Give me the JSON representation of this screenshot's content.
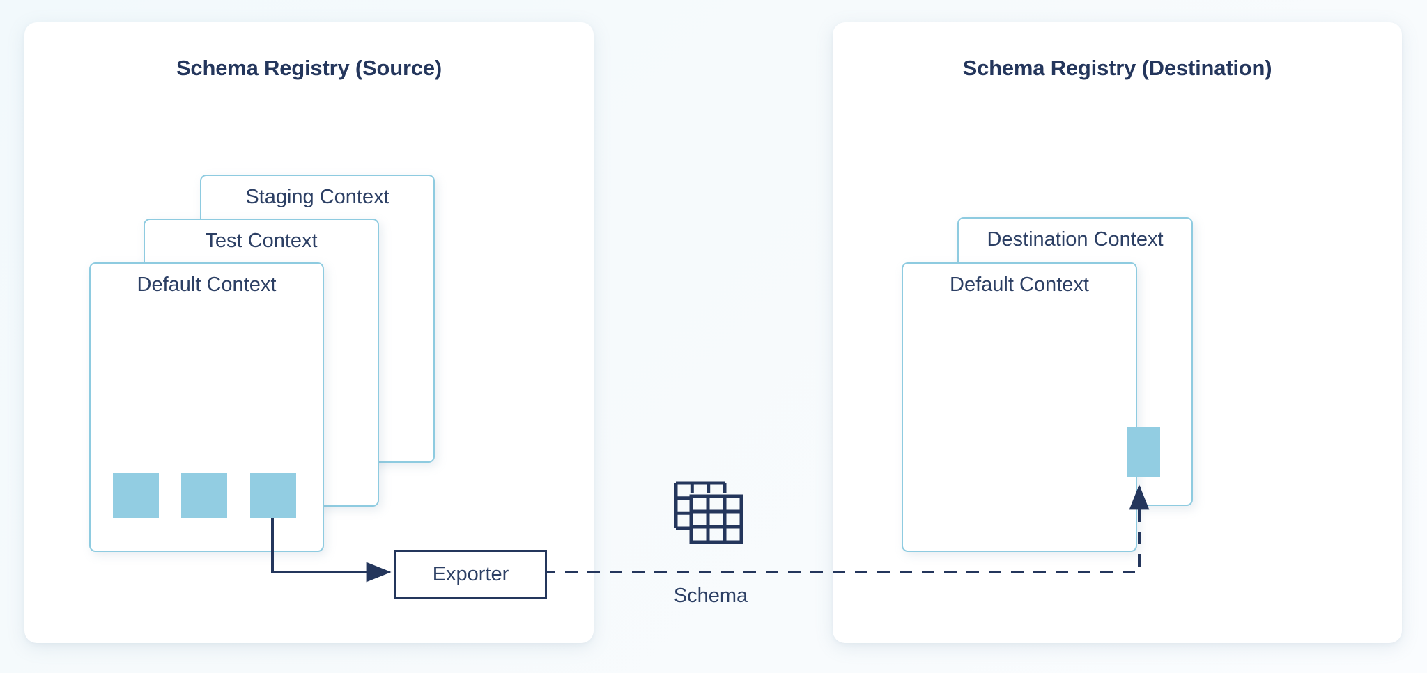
{
  "diagram": {
    "title_hidden": "Schema Registry export flow between source and destination registries",
    "colors": {
      "background": "#f4f9fc",
      "panel_fill": "#ffffff",
      "navy": "#24365c",
      "text_navy": "#2c3f64",
      "context_border": "#8ecbe0",
      "schema_block": "#92cde2"
    }
  },
  "panels": [
    {
      "id": "source",
      "title": "Schema Registry (Source)",
      "contexts": [
        {
          "label": "Staging Context"
        },
        {
          "label": "Test Context"
        },
        {
          "label": "Default Context"
        }
      ],
      "schema_blocks": 3
    },
    {
      "id": "destination",
      "title": "Schema Registry (Destination)",
      "contexts": [
        {
          "label": "Destination Context"
        },
        {
          "label": "Default Context"
        }
      ],
      "schema_blocks": 1
    }
  ],
  "nodes": {
    "exporter": {
      "label": "Exporter"
    }
  },
  "middle": {
    "icon_name": "schema-grid-icon",
    "caption": "Schema"
  },
  "edges": [
    {
      "id": "block-to-exporter",
      "style": "solid",
      "arrow": "right",
      "from": "source-schema-block-3",
      "to": "exporter"
    },
    {
      "id": "exporter-to-destination",
      "style": "dashed",
      "arrow": "up",
      "from": "exporter",
      "to": "destination-schema-block",
      "label": "Schema"
    }
  ]
}
